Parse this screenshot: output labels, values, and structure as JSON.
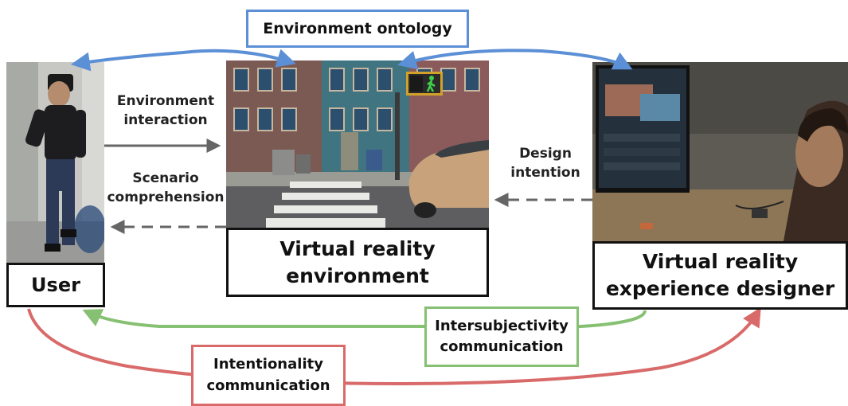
{
  "colors": {
    "ontology": "#5b8fd6",
    "intersubjectivity": "#86c072",
    "intentionality": "#d96a6a",
    "interaction_arrow": "#666666"
  },
  "labels": {
    "environment_ontology": "Environment ontology",
    "environment_interaction": "Environment\ninteraction",
    "scenario_comprehension": "Scenario\ncomprehension",
    "design_intention": "Design\nintention",
    "intersubjectivity_communication": "Intersubjectivity\ncommunication",
    "intentionality_communication": "Intentionality\ncommunication"
  },
  "nodes": {
    "user": "User",
    "vr_environment": "Virtual reality\nenvironment",
    "vr_designer": "Virtual reality\nexperience designer"
  },
  "icons": {
    "user_photo": "person-wearing-vr-headset-photo",
    "scene_image": "virtual-street-crosswalk-scene",
    "designer_photo": "designer-at-monitor-photo",
    "walk_signal": "pedestrian-walk-signal-icon"
  }
}
